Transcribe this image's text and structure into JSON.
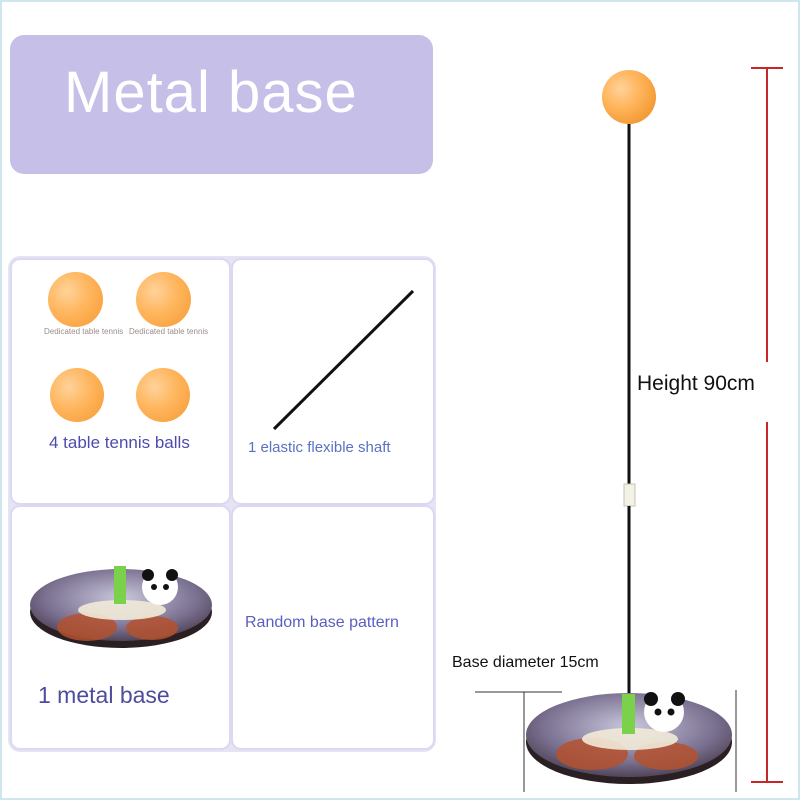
{
  "banner": {
    "title": "Metal base"
  },
  "balls_cell": {
    "ball_labels": [
      "Dedicated table tennis",
      "Dedicated table tennis"
    ],
    "caption": "4 table tennis balls"
  },
  "shaft_cell": {
    "caption": "1 elastic flexible shaft"
  },
  "base_cell": {
    "caption": "1 metal base"
  },
  "pattern_cell": {
    "caption": "Random base pattern"
  },
  "product": {
    "height_label": "Height 90cm",
    "diameter_label": "Base diameter 15cm"
  },
  "colors": {
    "banner": "#c6bfe8",
    "ball": "#ffb55c",
    "dimension_line": "#c62828",
    "caption_text": "#4d4cae"
  }
}
